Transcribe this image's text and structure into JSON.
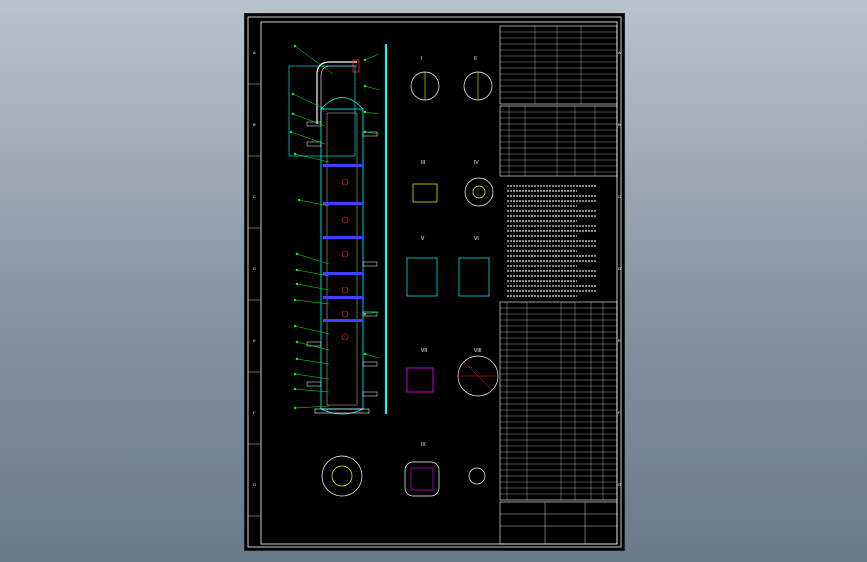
{
  "drawing": {
    "border_letters": [
      "A",
      "B",
      "C",
      "D",
      "E",
      "F",
      "G"
    ],
    "detail_labels": [
      "I",
      "II",
      "III",
      "IV",
      "V",
      "VI",
      "VII",
      "VIII",
      "IX"
    ],
    "title_block": {
      "title": "",
      "scale": "",
      "sheet": ""
    }
  },
  "colors": {
    "background": "#000000",
    "frame": "#ffffff",
    "vessel": "#00ffff",
    "leaders": "#00ff00",
    "trays": "#4040ff",
    "marks": "#ff2020",
    "hatch": "#ff00ff",
    "detail": "#ffff00"
  }
}
